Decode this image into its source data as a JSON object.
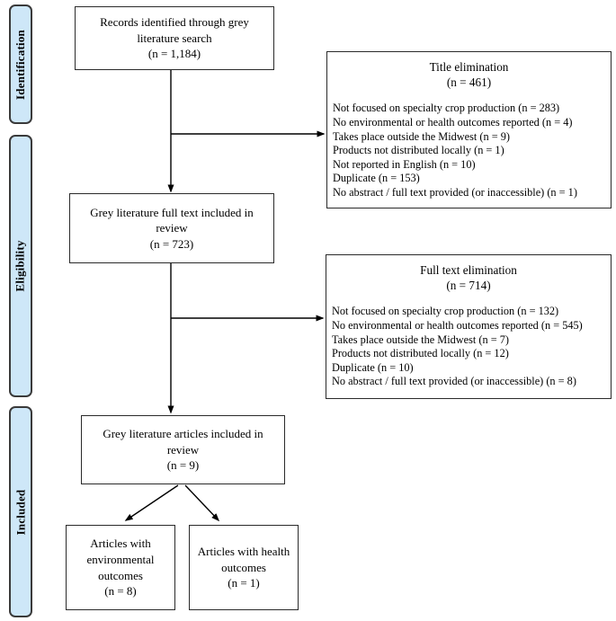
{
  "diagram": {
    "kind": "grey-literature PRISMA flow diagram",
    "stage_fill_color": "#cee7f8",
    "box_border_color": "#2a2a2a",
    "background_color": "#ffffff"
  },
  "sidebar": {
    "stages": [
      {
        "label": "Identification"
      },
      {
        "label": "Eligibility"
      },
      {
        "label": "Included"
      }
    ]
  },
  "flow": {
    "records_identified": {
      "label": "Records identified through grey literature search",
      "count": "(n = 1,184)"
    },
    "title_elimination": {
      "title": "Title elimination",
      "count": "(n = 461)",
      "reasons": [
        "Not focused on specialty crop production (n = 283)",
        "No environmental or health outcomes reported (n = 4)",
        "Takes place outside the Midwest (n = 9)",
        "Products not distributed locally (n = 1)",
        "Not reported in English (n = 10)",
        "Duplicate (n = 153)",
        "No abstract / full text provided (or inaccessible) (n = 1)"
      ]
    },
    "full_text_included": {
      "label": "Grey literature full text included in review",
      "count": "(n = 723)"
    },
    "full_text_elimination": {
      "title": "Full text elimination",
      "count": "(n = 714)",
      "reasons": [
        "Not focused on specialty crop production (n = 132)",
        "No environmental or health outcomes reported (n = 545)",
        "Takes place outside the Midwest (n = 7)",
        "Products not distributed locally (n = 12)",
        "Duplicate (n = 10)",
        "No abstract / full text provided (or inaccessible) (n = 8)"
      ]
    },
    "articles_included": {
      "label": "Grey literature articles included in review",
      "count": "(n = 9)"
    },
    "environmental_outcomes": {
      "label": "Articles with environmental outcomes",
      "count": "(n = 8)"
    },
    "health_outcomes": {
      "label": "Articles with health outcomes",
      "count": "(n = 1)"
    }
  }
}
